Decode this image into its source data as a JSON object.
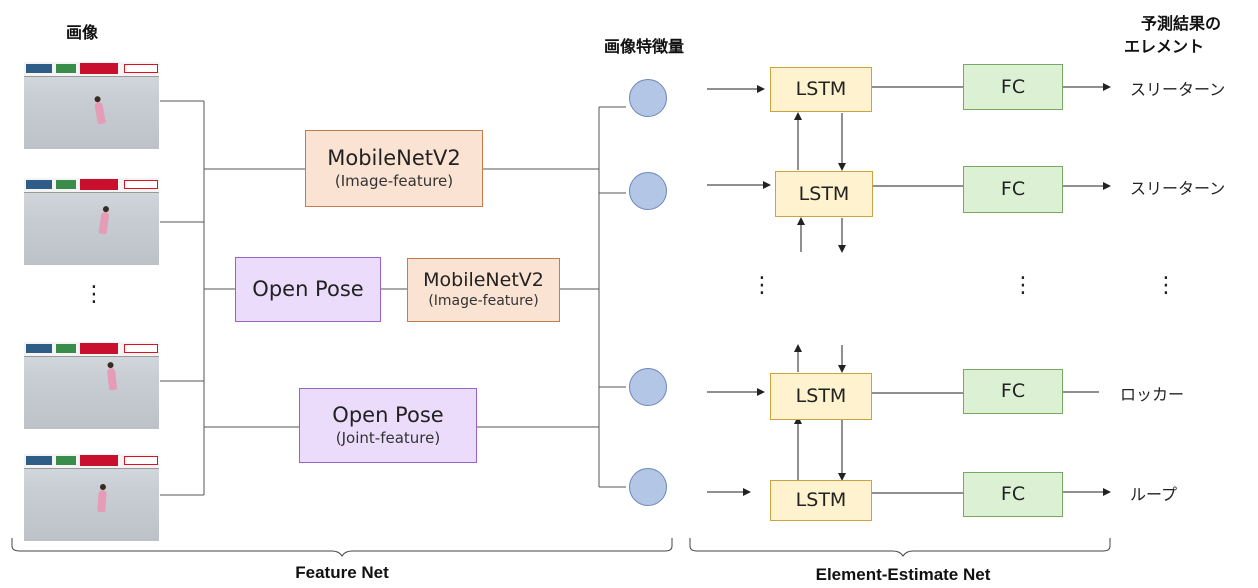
{
  "headers": {
    "image": "画像",
    "features": "画像特徴量",
    "result_line1": "予測結果の",
    "result_line2": "エレメント"
  },
  "feature_net": {
    "label": "Feature Net",
    "mobilenet_top": {
      "title": "MobileNetV2",
      "subtitle": "(Image-feature)"
    },
    "openpose_mid": {
      "title": "Open Pose"
    },
    "mobilenet_mid": {
      "title": "MobileNetV2",
      "subtitle": "(Image-feature)"
    },
    "openpose_bottom": {
      "title": "Open Pose",
      "subtitle": "(Joint-feature)"
    }
  },
  "element_estimate_net": {
    "label": "Element-Estimate Net",
    "lstm_label": "LSTM",
    "fc_label": "FC",
    "outputs": [
      "スリーターン",
      "スリーターン",
      "ロッカー",
      "ループ"
    ]
  },
  "ellipsis": "⋮"
}
